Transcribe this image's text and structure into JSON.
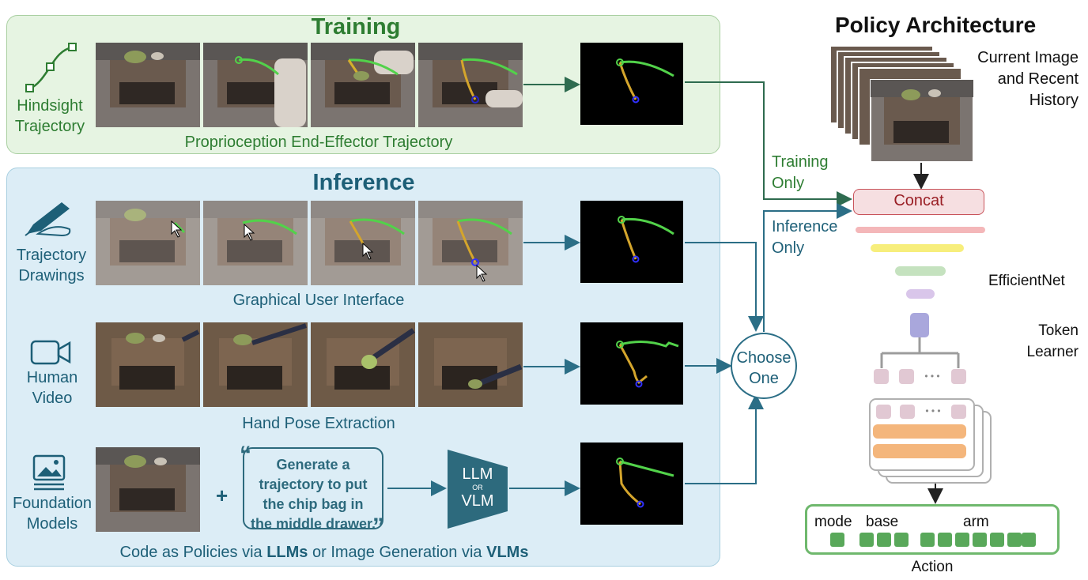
{
  "training": {
    "title": "Training",
    "side_label": [
      "Hindsight",
      "Trajectory"
    ],
    "caption": "Proprioception End-Effector Trajectory"
  },
  "inference": {
    "title": "Inference",
    "rows": [
      {
        "side_label": [
          "Trajectory",
          "Drawings"
        ],
        "caption": "Graphical User Interface"
      },
      {
        "side_label": [
          "Human",
          "Video"
        ],
        "caption": "Hand Pose Extraction"
      },
      {
        "side_label": [
          "Foundation",
          "Models"
        ]
      }
    ],
    "foundation_caption": {
      "part1": "Code as Policies via ",
      "llm": "LLMs",
      "part2": " or Image Generation via ",
      "vlm": "VLMs"
    },
    "plus": "+",
    "prompt": [
      "Generate a",
      "trajectory to put",
      "the chip bag in",
      "the middle drawer."
    ],
    "quote_open": "“",
    "quote_close": "”",
    "model_box": {
      "line1": "LLM",
      "or": "OR",
      "line2": "VLM"
    }
  },
  "flow": {
    "training_only": [
      "Training",
      "Only"
    ],
    "inference_only": [
      "Inference",
      "Only"
    ],
    "choose_one": [
      "Choose",
      "One"
    ]
  },
  "policy": {
    "title": "Policy Architecture",
    "image_label": [
      "Current Image",
      "and Recent",
      "History"
    ],
    "concat": "Concat",
    "efficientnet": "EfficientNet",
    "token_learner": [
      "Token",
      "Learner"
    ],
    "dots": "• • •",
    "action_labels": {
      "mode": "mode",
      "base": "base",
      "arm": "arm"
    },
    "action_caption": "Action"
  },
  "colors": {
    "training_green": "#2e7d32",
    "inference_teal": "#1d5f77",
    "arrow_green": "#2e6b4f",
    "arrow_teal": "#2b6e86",
    "concat_fill": "#f6dfe1",
    "concat_text": "#9a1f25",
    "action_green": "#59a85a"
  },
  "icons": [
    "bezier-curve-icon",
    "pen-hand-icon",
    "video-camera-icon",
    "image-document-icon"
  ]
}
